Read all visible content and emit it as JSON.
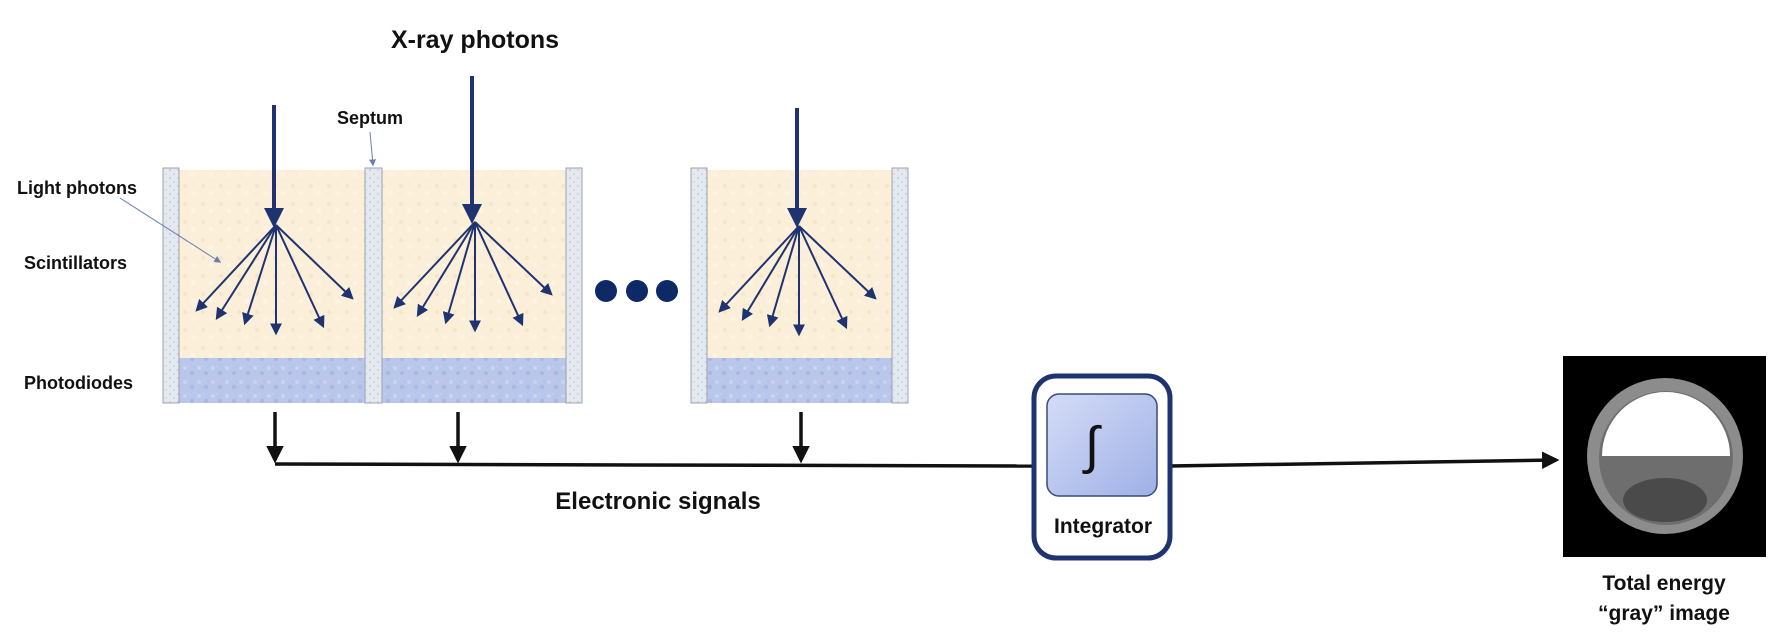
{
  "labels": {
    "xray": "X-ray photons",
    "septum": "Septum",
    "light_photons": "Light photons",
    "scintillators": "Scintillators",
    "photodiodes": "Photodiodes",
    "electronic_signals": "Electronic signals",
    "integrator": "Integrator",
    "integral_symbol": "∫",
    "output_line1": "Total energy",
    "output_line2": "“gray” image"
  },
  "colors": {
    "arrow_blue": "#1f3370",
    "scintillator_fill": "#fbefd9",
    "photodiode_fill": "#b9c7ea",
    "septum_fill": "#e4e8ef",
    "signal_line": "#111111",
    "integrator_border": "#1f3370",
    "integrator_inner": "#bcc9f1",
    "dots": "#0d2a66"
  },
  "icons": {
    "integrator": "integral-icon",
    "ellipsis": "ellipsis-dots-icon"
  }
}
